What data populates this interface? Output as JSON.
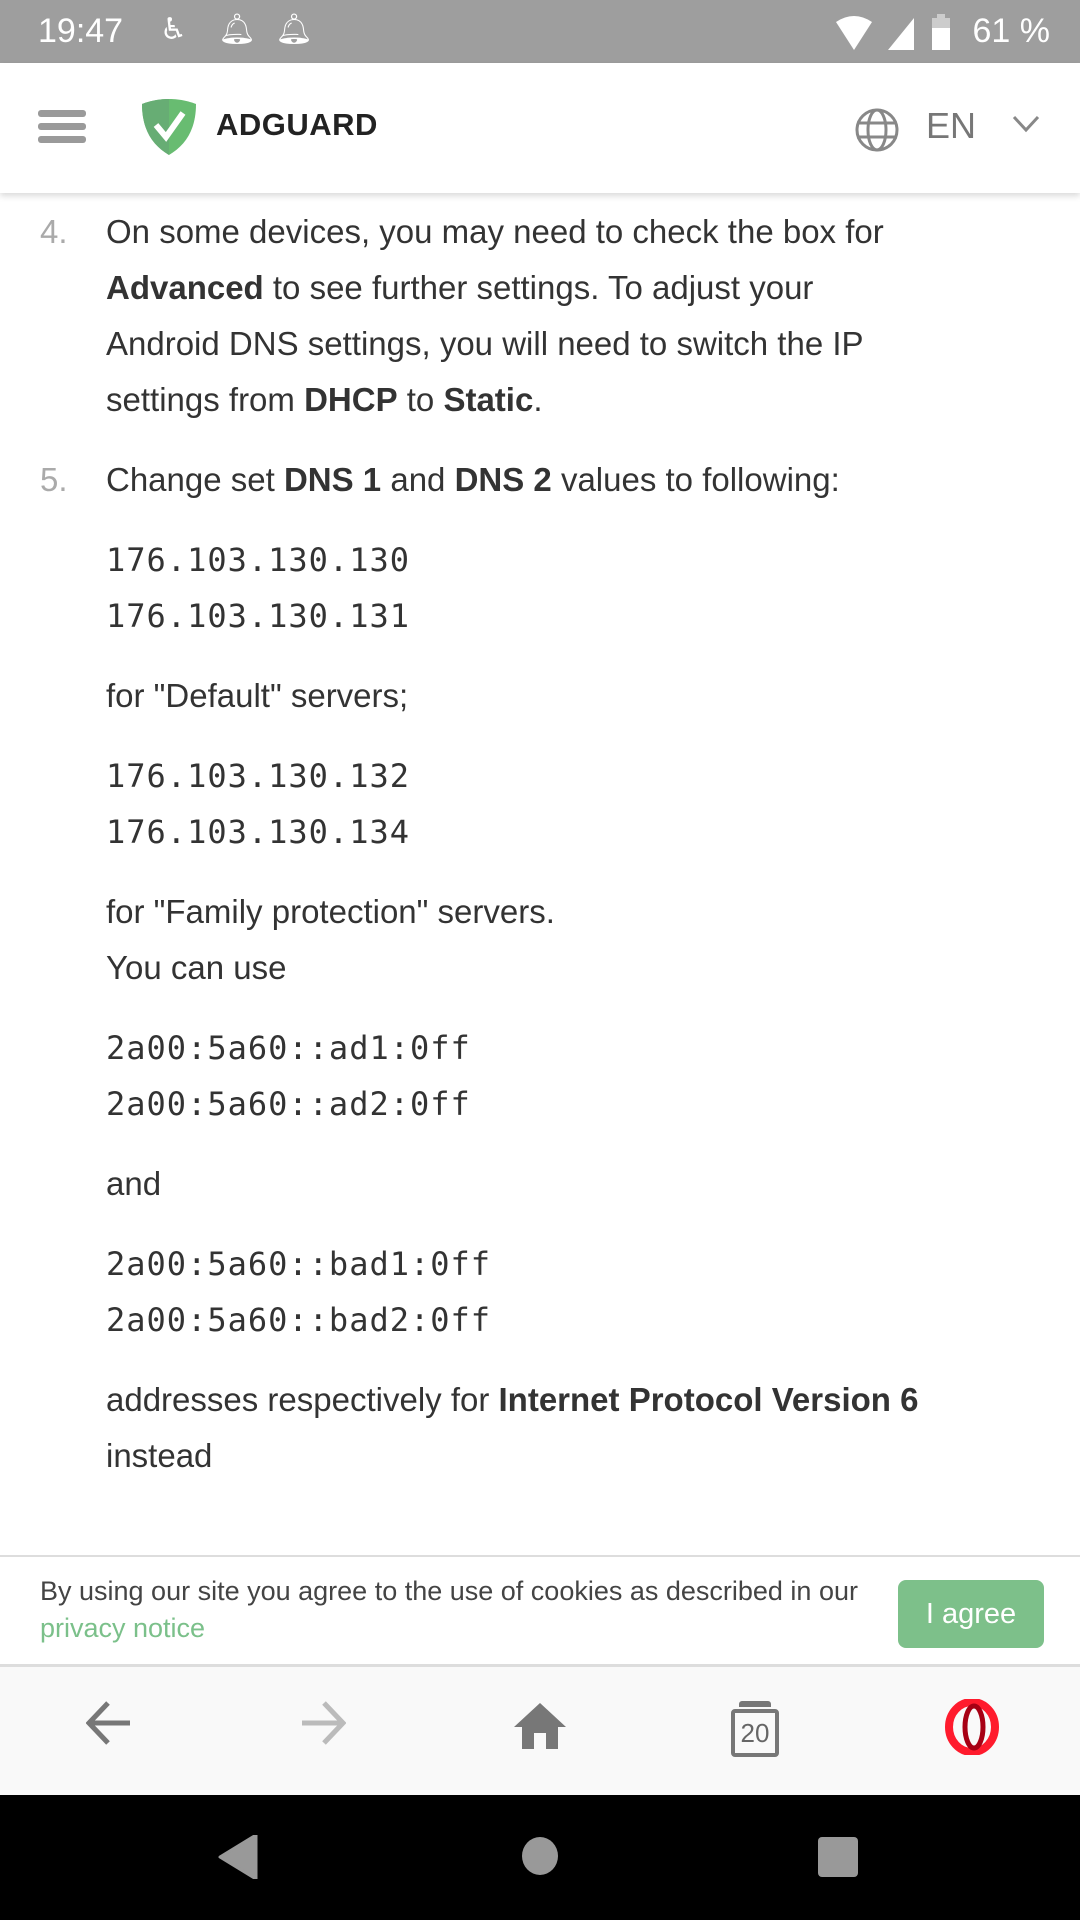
{
  "status_bar": {
    "time": "19:47",
    "battery": "61 %",
    "icons": [
      "accessibility-icon",
      "bell-icon",
      "bell-icon",
      "wifi-icon",
      "signal-icon",
      "battery-icon"
    ]
  },
  "header": {
    "brand": "ADGUARD",
    "language": "EN",
    "brand_color": "#68bc71"
  },
  "content": {
    "item4": {
      "number": "4.",
      "line0": "On some devices, you may need to check the box for",
      "line1_bold": "Advanced",
      "line1_rest": " to see further settings. To adjust your",
      "line2": "Android DNS settings, you will need to switch the IP",
      "line3_a": "settings from ",
      "line3_b": "DHCP",
      "line3_c": " to ",
      "line3_d": "Static",
      "line3_e": "."
    },
    "item5": {
      "number": "5.",
      "a": "Change set ",
      "b": "DNS 1",
      "c": " and ",
      "d": "DNS 2",
      "e": " values to following:"
    },
    "default_ips": [
      "176.103.130.130",
      "176.103.130.131"
    ],
    "default_text": "for \"Default\" servers;",
    "family_ips": [
      "176.103.130.132",
      "176.103.130.134"
    ],
    "family_text": "for \"Family protection\" servers.",
    "you_can_use": "You can use",
    "ipv6_default": [
      "2a00:5a60::ad1:0ff",
      "2a00:5a60::ad2:0ff"
    ],
    "and": "and",
    "ipv6_family": [
      "2a00:5a60::bad1:0ff",
      "2a00:5a60::bad2:0ff"
    ],
    "addresses_a": "addresses respectively for ",
    "addresses_b": "Internet Protocol Version 6",
    "instead": "instead"
  },
  "cookie": {
    "text": "By using our site you agree to the use of cookies as described in our ",
    "link": "privacy notice",
    "button": "I agree"
  },
  "toolbar": {
    "tabs_count": "20"
  }
}
